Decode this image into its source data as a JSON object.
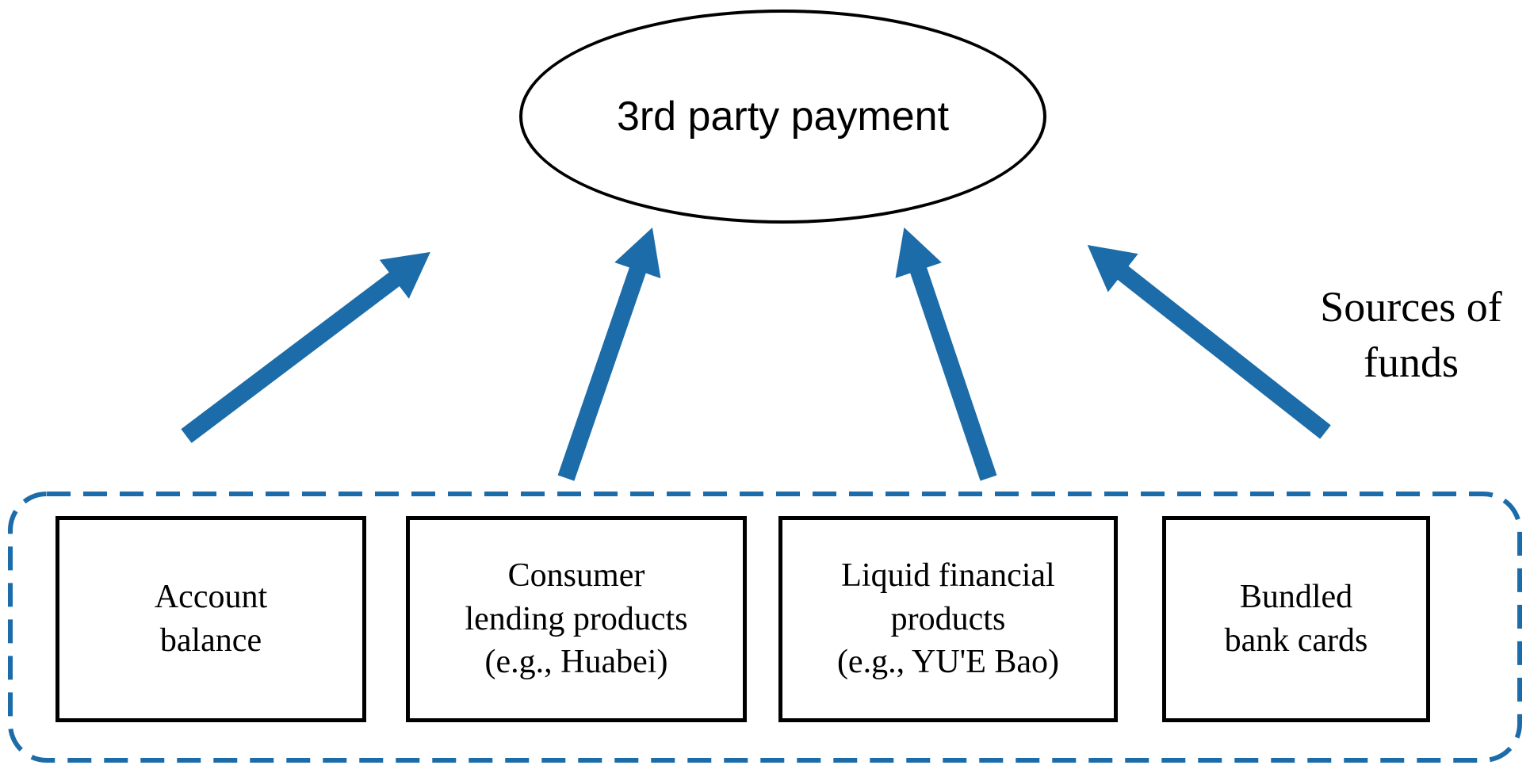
{
  "diagram": {
    "node": {
      "label": "3rd party payment"
    },
    "side_label": "Sources of\nfunds",
    "sources": [
      {
        "label": "Account\nbalance"
      },
      {
        "label": "Consumer\nlending products\n(e.g., Huabei)"
      },
      {
        "label": "Liquid financial\nproducts\n(e.g., YU'E Bao)"
      },
      {
        "label": "Bundled\nbank cards"
      }
    ],
    "colors": {
      "accent_blue": "#1b6ca8",
      "box_border": "#000000",
      "background": "#ffffff"
    }
  }
}
